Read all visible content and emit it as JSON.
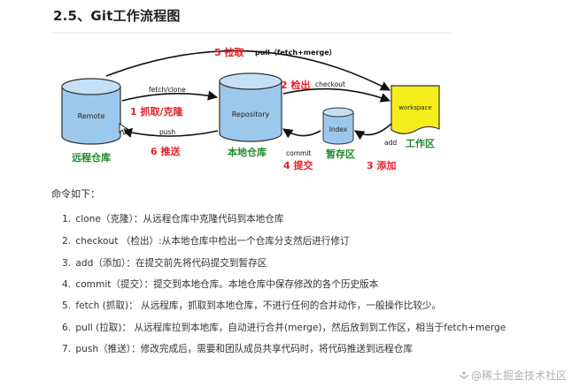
{
  "heading": "2.5、Git工作流程图",
  "diagram": {
    "nodes": {
      "remote": {
        "label": "Remote",
        "caption": "远程仓库"
      },
      "repository": {
        "label": "Repository",
        "caption": "本地仓库"
      },
      "index": {
        "label": "Index",
        "caption": "暂存区"
      },
      "workspace": {
        "label": "workspace",
        "caption": "工作区"
      }
    },
    "arrows": {
      "pull": {
        "num": "5 拉取",
        "label": "pull（fetch+merge）"
      },
      "fetch_clone": {
        "label": "fetch/clone",
        "num": "1 抓取/克隆"
      },
      "checkout": {
        "num": "2 检出",
        "label": "checkout"
      },
      "push": {
        "label": "push",
        "num": "6 推送"
      },
      "commit": {
        "label": "commit",
        "num": "4 提交"
      },
      "add": {
        "label": "add",
        "num": "3 添加"
      }
    }
  },
  "intro": "命令如下：",
  "commands": [
    {
      "num": "1.",
      "text": "clone（克隆）：从远程仓库中克隆代码到本地仓库"
    },
    {
      "num": "2.",
      "text": "checkout （检出）:从本地仓库中检出一个仓库分支然后进行修订"
    },
    {
      "num": "3.",
      "text": "add（添加）：在提交前先将代码提交到暂存区"
    },
    {
      "num": "4.",
      "text": "commit（提交）：提交到本地仓库。本地仓库中保存修改的各个历史版本"
    },
    {
      "num": "5.",
      "text": "fetch (抓取)：  从远程库，抓取到本地仓库，不进行任何的合并动作，一般操作比较少。"
    },
    {
      "num": "6.",
      "text": "pull (拉取)：  从远程库拉到本地库，自动进行合并(merge)，然后放到到工作区，相当于fetch+merge"
    },
    {
      "num": "7.",
      "text": "push（推送）：修改完成后，需要和团队成员共享代码时，将代码推送到远程仓库"
    }
  ],
  "watermark": "@稀土掘金技术社区",
  "colors": {
    "red": "#e8202a",
    "green": "#1e8a2c",
    "cylinder": "#9cc8ec",
    "cylinder_top": "#c4e0f6",
    "workspace": "#f6ee1c"
  }
}
